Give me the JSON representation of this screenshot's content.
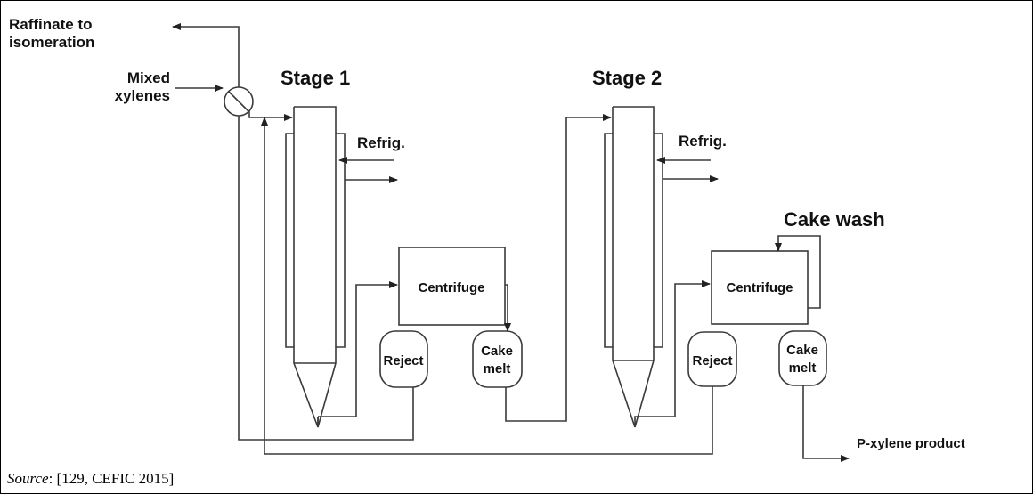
{
  "labels": {
    "raffinate_line1": "Raffinate to",
    "raffinate_line2": "isomeration",
    "mixed_line1": "Mixed",
    "mixed_line2": "xylenes",
    "stage1": "Stage 1",
    "stage2": "Stage 2",
    "refrig1": "Refrig.",
    "refrig2": "Refrig.",
    "cake_wash": "Cake wash",
    "centrifuge1": "Centrifuge",
    "centrifuge2": "Centrifuge",
    "reject1": "Reject",
    "reject2": "Reject",
    "cake_melt1_line1": "Cake",
    "cake_melt1_line2": "melt",
    "cake_melt2_line1": "Cake",
    "cake_melt2_line2": "melt",
    "product": "P-xylene product"
  },
  "source": {
    "prefix": "Source",
    "text": ": [129, CEFIC 2015]"
  },
  "colors": {
    "line": "#3a3a3a",
    "text": "#111111",
    "background": "#ffffff"
  }
}
